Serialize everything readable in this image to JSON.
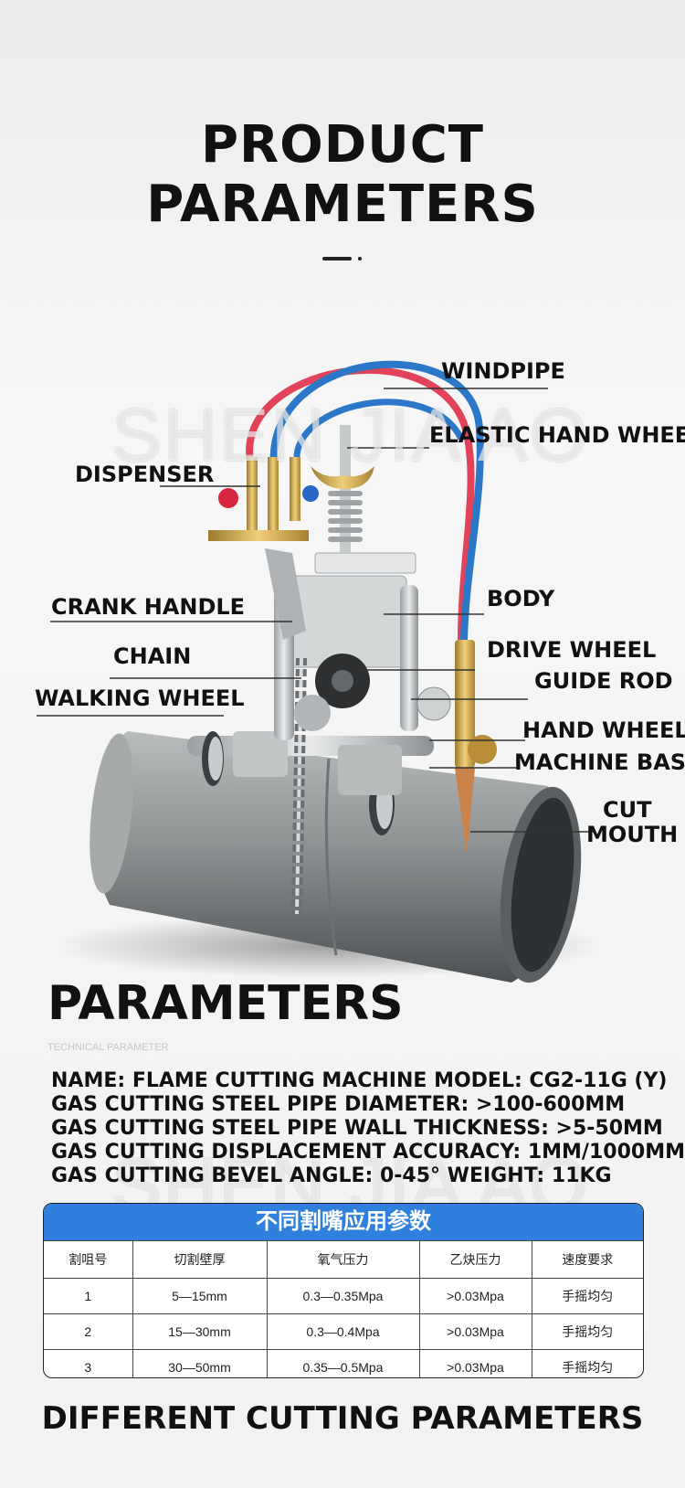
{
  "header": {
    "title": "PRODUCT PARAMETERS"
  },
  "watermark": {
    "text": "SHEN JIA AO"
  },
  "labels": [
    {
      "key": "windpipe",
      "text": "WINDPIPE"
    },
    {
      "key": "elastic",
      "text": "ELASTIC HAND WHEEL"
    },
    {
      "key": "dispenser",
      "text": "DISPENSER"
    },
    {
      "key": "crank",
      "text": "CRANK HANDLE"
    },
    {
      "key": "body",
      "text": "BODY"
    },
    {
      "key": "chain",
      "text": "CHAIN"
    },
    {
      "key": "drive",
      "text": "DRIVE WHEEL"
    },
    {
      "key": "guide",
      "text": "GUIDE ROD"
    },
    {
      "key": "walking",
      "text": "WALKING WHEEL"
    },
    {
      "key": "hand",
      "text": "HAND WHEEL"
    },
    {
      "key": "base",
      "text": "MACHINE BASE"
    },
    {
      "key": "cut1",
      "text": "CUT"
    },
    {
      "key": "cut2",
      "text": "MOUTH"
    }
  ],
  "parameters": {
    "title": "PARAMETERS",
    "subtitle": "TECHNICAL PARAMETER",
    "lines": [
      "NAME: FLAME CUTTING MACHINE     MODEL: CG2-11G (Y)",
      "GAS CUTTING STEEL PIPE DIAMETER: >100-600MM",
      "GAS CUTTING STEEL PIPE WALL THICKNESS: >5-50MM",
      "GAS CUTTING DISPLACEMENT ACCURACY: 1MM/1000MM",
      "GAS CUTTING BEVEL ANGLE: 0-45°    WEIGHT: 11KG"
    ]
  },
  "table": {
    "title": "不同割嘴应用参数",
    "columns": [
      "割咀号",
      "切割壁厚",
      "氧气压力",
      "乙炔压力",
      "速度要求"
    ],
    "rows": [
      [
        "1",
        "5—15mm",
        "0.3—0.35Mpa",
        ">0.03Mpa",
        "手摇均匀"
      ],
      [
        "2",
        "15—30mm",
        "0.3—0.4Mpa",
        ">0.03Mpa",
        "手摇均匀"
      ],
      [
        "3",
        "30—50mm",
        "0.35—0.5Mpa",
        ">0.03Mpa",
        "手摇均匀"
      ]
    ]
  },
  "footer": {
    "title": "DIFFERENT CUTTING PARAMETERS"
  },
  "colors": {
    "accent": "#2f7fdc",
    "hose_red": "#e0435a",
    "hose_blue": "#2b78c9",
    "brass": "#c9a04a"
  }
}
